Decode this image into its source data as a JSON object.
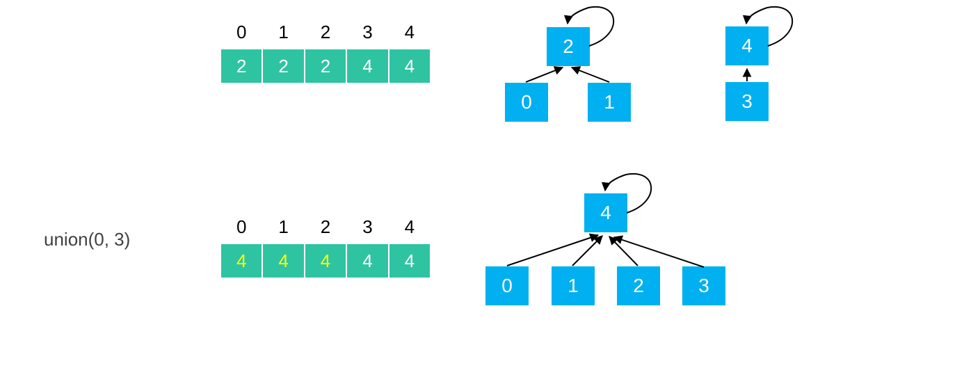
{
  "operation_label": "union(0, 3)",
  "colors": {
    "cell_green": "#2ec4a2",
    "node_blue": "#00b0f0",
    "cell_value_white": "#ffffff",
    "cell_value_highlight_yellow": "#ffff00",
    "index_label_black": "#000000",
    "operation_label_gray": "#404040",
    "arrow_black": "#000000"
  },
  "before": {
    "array": {
      "indices": [
        "0",
        "1",
        "2",
        "3",
        "4"
      ],
      "values": [
        "2",
        "2",
        "2",
        "4",
        "4"
      ],
      "highlighted_value_indices": []
    },
    "trees": [
      {
        "root": "2",
        "children": [
          "0",
          "1"
        ],
        "root_self_loop": true
      },
      {
        "root": "4",
        "children": [
          "3"
        ],
        "root_self_loop": true
      }
    ]
  },
  "after": {
    "array": {
      "indices": [
        "0",
        "1",
        "2",
        "3",
        "4"
      ],
      "values": [
        "4",
        "4",
        "4",
        "4",
        "4"
      ],
      "highlighted_value_indices": [
        0,
        1,
        2
      ]
    },
    "trees": [
      {
        "root": "4",
        "children": [
          "0",
          "1",
          "2",
          "3"
        ],
        "root_self_loop": true
      }
    ]
  }
}
